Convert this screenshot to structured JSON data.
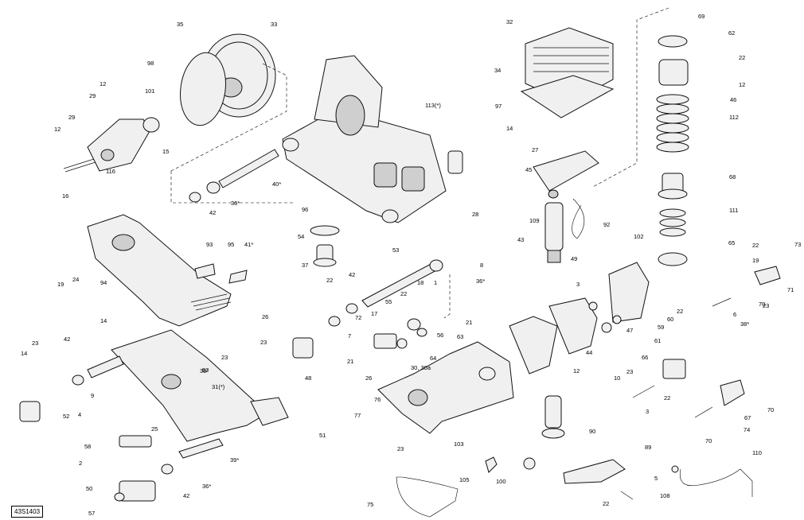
{
  "reference_code": "43S1403",
  "callouts": [
    "35",
    "33",
    "98",
    "12",
    "29",
    "101",
    "12",
    "29",
    "15",
    "116",
    "16",
    "32",
    "34",
    "97",
    "14",
    "27",
    "45",
    "69",
    "62",
    "22",
    "12",
    "46",
    "112",
    "68",
    "111",
    "65",
    "113(*)",
    "40*",
    "42",
    "36*",
    "96",
    "54",
    "37",
    "26",
    "23",
    "28",
    "8",
    "43",
    "109",
    "92",
    "49",
    "19",
    "24",
    "94",
    "93",
    "95",
    "41*",
    "53",
    "36*",
    "42",
    "22",
    "72",
    "22",
    "18",
    "1",
    "55",
    "17",
    "21",
    "63",
    "56",
    "64",
    "30, 30a",
    "7",
    "21",
    "26",
    "76",
    "77",
    "23",
    "52",
    "48",
    "102",
    "3",
    "22",
    "59",
    "60",
    "61",
    "47",
    "44",
    "12",
    "22",
    "19",
    "73",
    "71",
    "70",
    "23",
    "6",
    "38*",
    "14",
    "23",
    "14",
    "23",
    "36*",
    "42",
    "4",
    "52",
    "9",
    "25",
    "31(*)",
    "51",
    "58",
    "2",
    "39*",
    "50",
    "57",
    "42",
    "36*",
    "66",
    "10",
    "23",
    "22",
    "3",
    "74",
    "67",
    "70",
    "70",
    "90",
    "103",
    "75",
    "105",
    "100",
    "89",
    "5",
    "22",
    "108",
    "110"
  ]
}
